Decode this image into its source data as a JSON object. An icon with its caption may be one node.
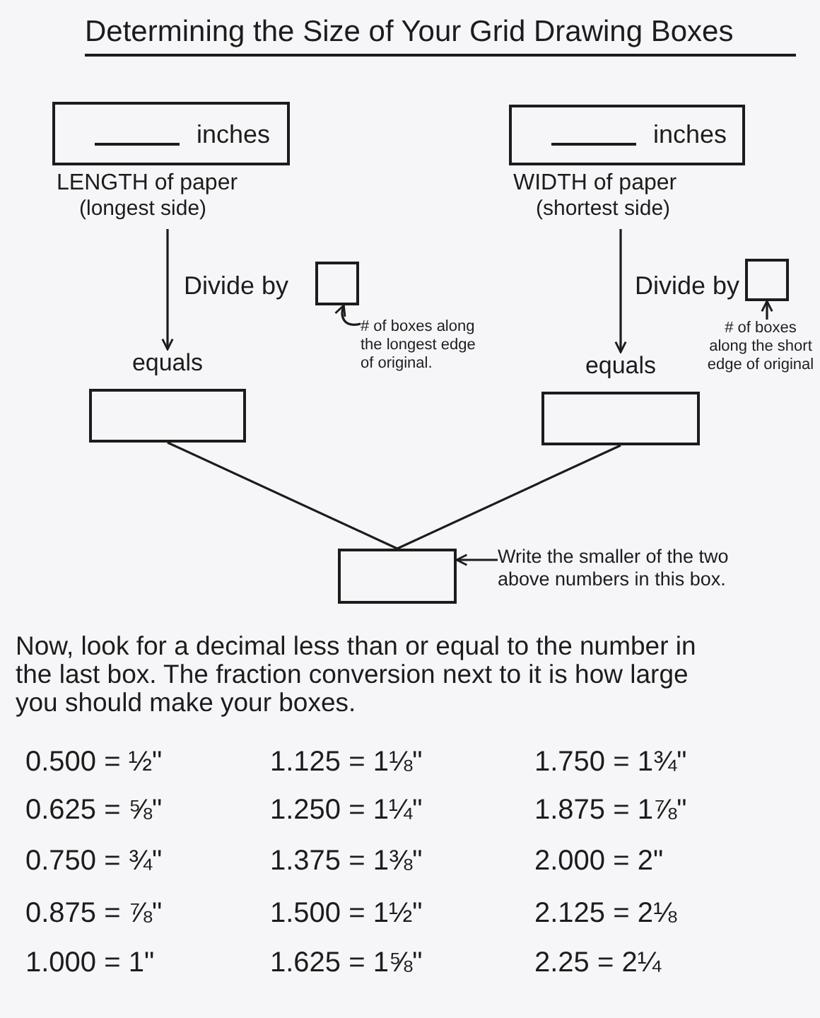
{
  "diagram": {
    "title": "Determining the Size of Your Grid Drawing Boxes",
    "nodes": [
      {
        "text": [
          "inches"
        ],
        "beside": [
          "LENGTH of paper",
          "(longest side)"
        ]
      },
      {
        "text": [
          "inches"
        ],
        "beside": [
          "WIDTH of paper",
          "(shortest side)"
        ]
      },
      {
        "text": [],
        "shape": "box"
      },
      {
        "text": [],
        "shape": "box"
      },
      {
        "text": [
          "# of boxes along the longest edge of original."
        ]
      },
      {
        "text": [
          "# of boxes along the short edge of original"
        ]
      },
      {
        "text": [
          "equals"
        ]
      },
      {
        "text": [
          "equals"
        ]
      },
      {
        "text": [],
        "shape": "box"
      },
      {
        "text": [
          "Write the smaller of the two above numbers in this box."
        ]
      }
    ],
    "edges": [
      {
        "from": 0,
        "to": 6,
        "arrow": "to",
        "label": "Divide by"
      },
      {
        "from": 1,
        "to": 7,
        "arrow": "to",
        "label": "Divide by"
      },
      {
        "from": 4,
        "to": 2,
        "arrow": "to"
      },
      {
        "from": 5,
        "to": 3,
        "arrow": "to"
      },
      {
        "from": 6,
        "to": 8,
        "arrow": "none"
      },
      {
        "from": 7,
        "to": 8,
        "arrow": "none"
      },
      {
        "from": 9,
        "to": 8,
        "arrow": "to"
      }
    ],
    "labels": [
      "Now, look for a decimal less than or equal to the number in the last box. The fraction conversion next to it is how large you should make your boxes.",
      "0.500 = ½\"",
      "1.125 = 1⅛\"",
      "1.750 = 1¾\"",
      "0.625 = ⅝\"",
      "1.250 = 1¼\"",
      "1.875 = 1⅞\"",
      "0.750 = ¾\"",
      "1.375 = 1⅜\"",
      "2.000 = 2\"",
      "0.875 = ⅞\"",
      "1.500 = 1½\"",
      "2.125 = 2⅛",
      "1.000 = 1\"",
      "1.625 = 1⅝\"",
      "2.25 = 2¼"
    ]
  }
}
